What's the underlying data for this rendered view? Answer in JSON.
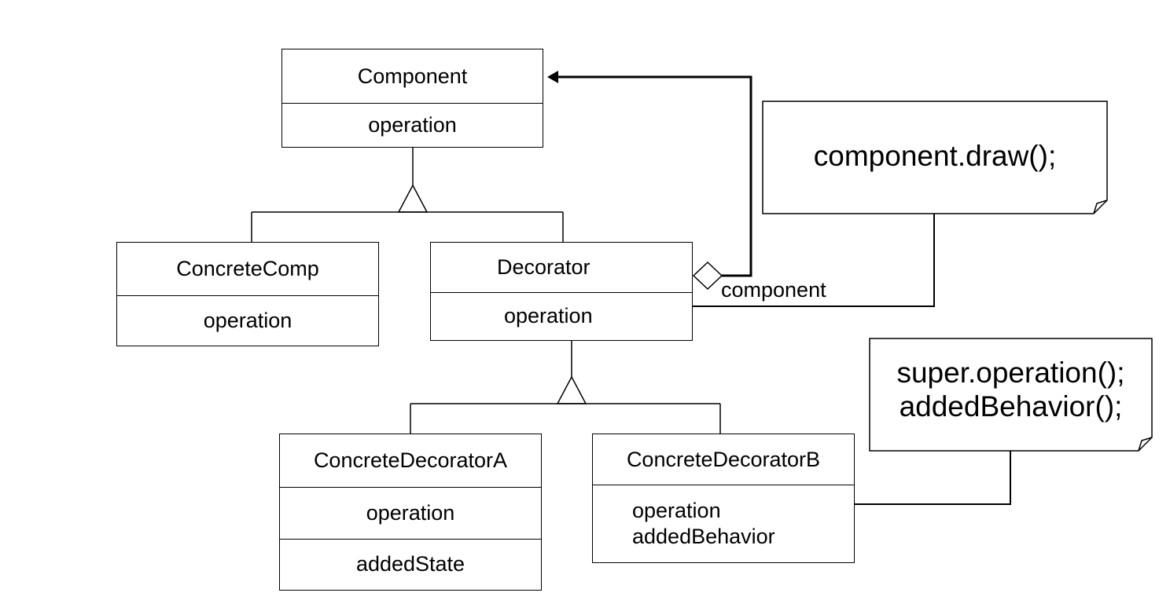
{
  "classes": {
    "component": {
      "name": "Component",
      "operations": [
        "operation"
      ]
    },
    "concrete_comp": {
      "name": "ConcreteComp",
      "operations": [
        "operation"
      ]
    },
    "decorator": {
      "name": "Decorator",
      "operations": [
        "operation"
      ]
    },
    "concrete_decorator_a": {
      "name": "ConcreteDecoratorA",
      "operations": [
        "operation"
      ],
      "attributes": [
        "addedState"
      ]
    },
    "concrete_decorator_b": {
      "name": "ConcreteDecoratorB",
      "operations": [
        "operation",
        "addedBehavior"
      ]
    }
  },
  "association": {
    "role_label": "component"
  },
  "notes": {
    "decorator_note": {
      "lines": [
        "component.draw();"
      ]
    },
    "decorator_b_note": {
      "lines": [
        "super.operation();",
        "addedBehavior();"
      ]
    }
  }
}
